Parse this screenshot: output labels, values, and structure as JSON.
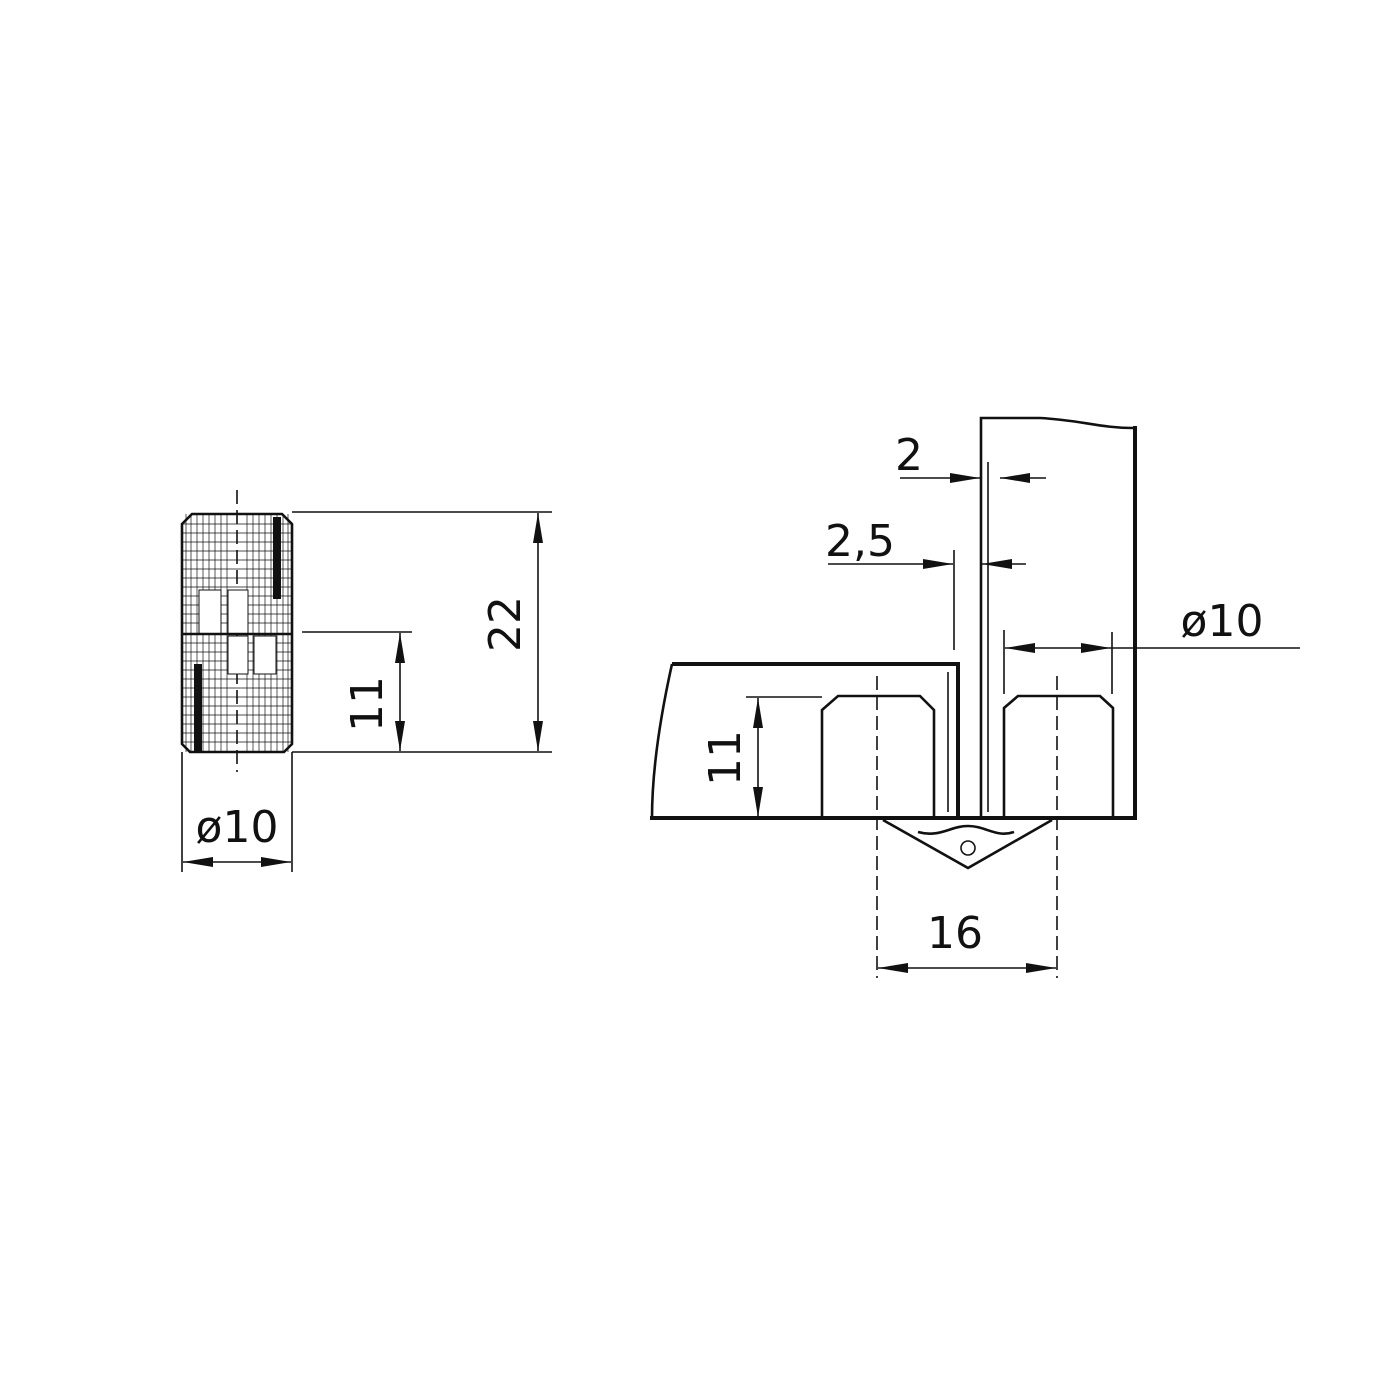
{
  "left_view": {
    "height_total": "22",
    "height_half": "11",
    "diameter": "ø10"
  },
  "right_view": {
    "gap_2": "2",
    "gap_2_5": "2,5",
    "diameter": "ø10",
    "depth": "11",
    "spacing": "16"
  },
  "colors": {
    "line": "#111111",
    "background": "#ffffff"
  }
}
